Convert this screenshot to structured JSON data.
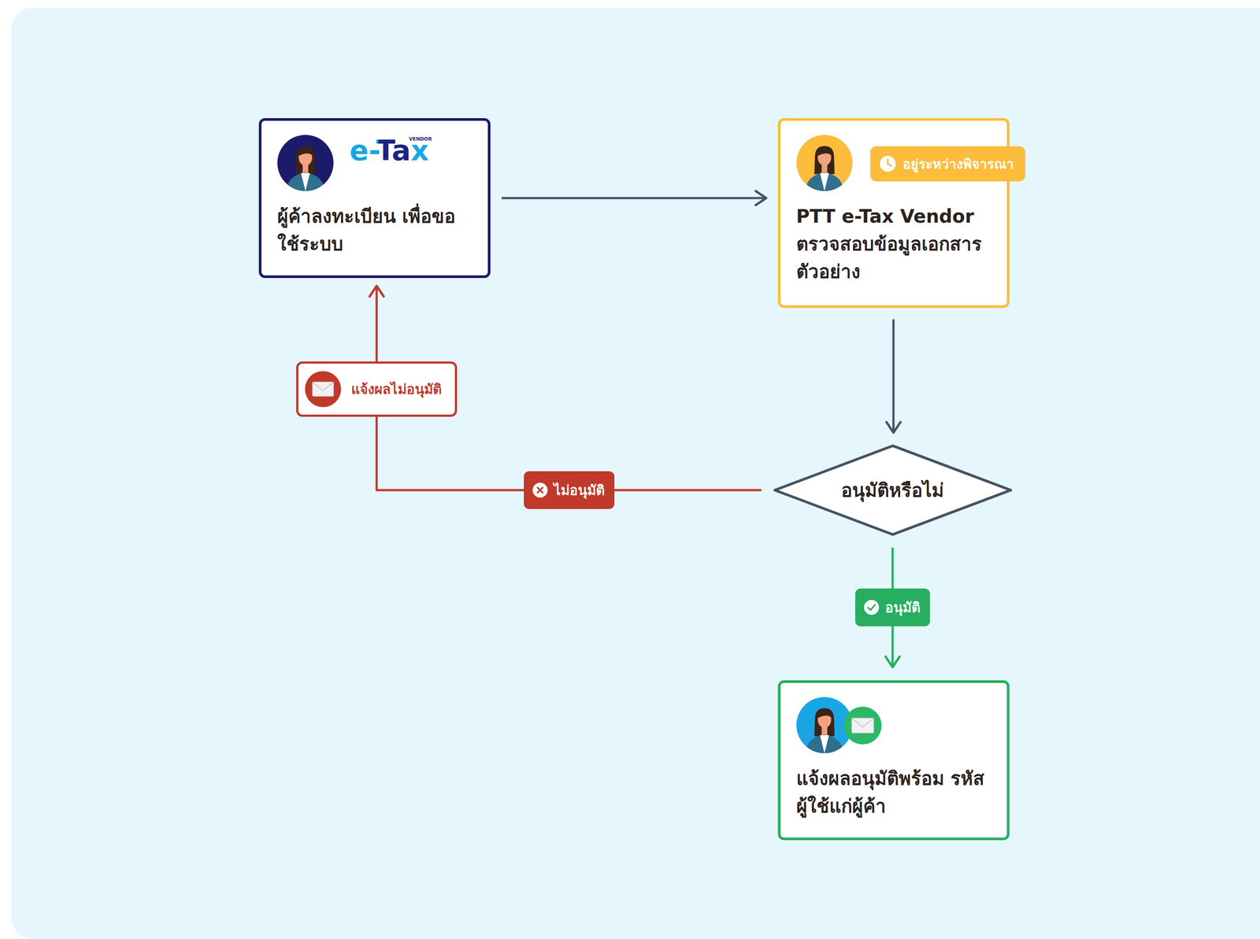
{
  "diagram": {
    "nodes": [
      {
        "text": [
          "e-Tax",
          "VENDOR",
          "ผู้ค้าลงทะเบียน เพื่อขอ ใช้ระบบ"
        ]
      },
      {
        "text": [
          "อยู่ระหว่างพิจารณา",
          "PTT e-Tax Vendor ตรวจสอบข้อมูลเอกสาร ตัวอย่าง"
        ]
      },
      {
        "text": [
          "แจ้งผลไม่อนุมัติ"
        ]
      },
      {
        "text": [
          "อนุมัติหรือไม่"
        ]
      },
      {
        "text": [
          "แจ้งผลอนุมัติพร้อม รหัสผู้ใช้แก่ผู้ค้า"
        ]
      }
    ],
    "edges": [
      {
        "from": 0,
        "to": 1,
        "arrow": "to"
      },
      {
        "from": 1,
        "to": 3,
        "arrow": "to"
      },
      {
        "from": 3,
        "to": 2,
        "label": "ไม่อนุมัติ",
        "arrow": "none"
      },
      {
        "from": 2,
        "to": 0,
        "arrow": "to"
      },
      {
        "from": 3,
        "to": 4,
        "label": "อนุมัติ",
        "arrow": "to"
      }
    ]
  }
}
